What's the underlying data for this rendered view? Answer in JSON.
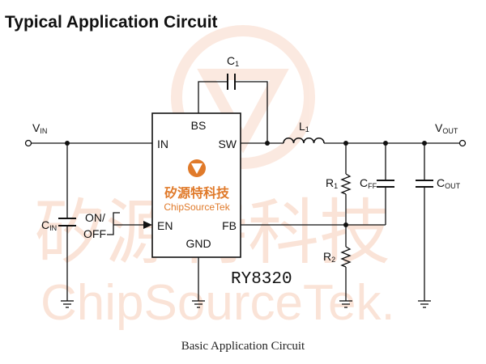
{
  "page": {
    "title": "Typical Application Circuit",
    "caption": "Basic Application Circuit"
  },
  "chip": {
    "part_number": "RY8320",
    "logo_cn": "矽源特科技",
    "logo_en": "ChipSourceTek",
    "pins": {
      "bs": "BS",
      "in": "IN",
      "sw": "SW",
      "en": "EN",
      "fb": "FB",
      "gnd": "GND"
    }
  },
  "components": {
    "vin": {
      "main": "V",
      "sub": "IN"
    },
    "vout": {
      "main": "V",
      "sub": "OUT"
    },
    "c1": {
      "main": "C",
      "sub": "1"
    },
    "l1": {
      "main": "L",
      "sub": "1"
    },
    "r1": {
      "main": "R",
      "sub": "1"
    },
    "r2": {
      "main": "R",
      "sub": "2"
    },
    "cff": {
      "main": "C",
      "sub": "FF"
    },
    "cout": {
      "main": "C",
      "sub": "OUT"
    },
    "cin": {
      "main": "C",
      "sub": "IN"
    }
  },
  "switch": {
    "on": "ON/",
    "off": "OFF"
  },
  "watermark": {
    "cn": "矽源特科技",
    "en": "ChipSourceTek."
  },
  "colors": {
    "wire": "#111111",
    "logo": "#e07a2a",
    "watermark": "#f6c3a8"
  }
}
